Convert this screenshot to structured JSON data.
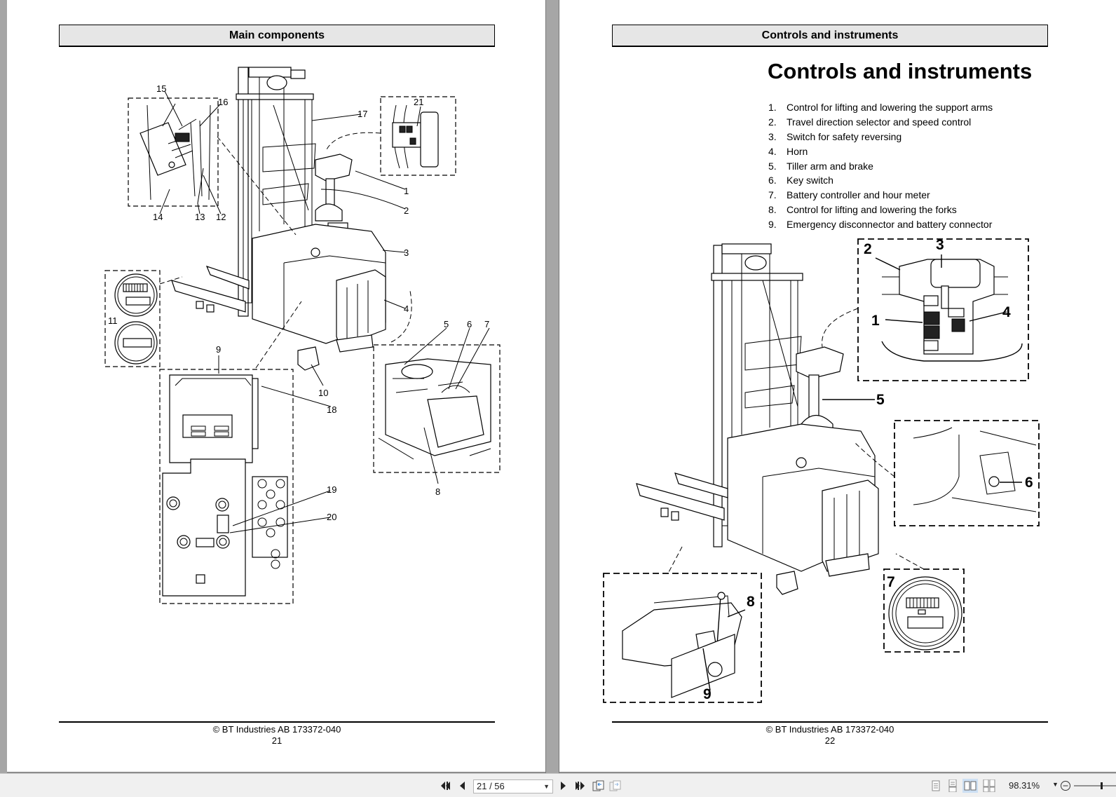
{
  "viewer": {
    "page_field": "21 / 56",
    "zoom": "98.31%",
    "icons": {
      "first": "first-page-icon",
      "prev": "previous-page-icon",
      "next": "next-page-icon",
      "last": "last-page-icon",
      "back": "previous-view-icon",
      "forward": "next-view-icon",
      "single": "single-page-view-icon",
      "continuous": "continuous-view-icon",
      "facing": "facing-pages-view-icon",
      "facing_continuous": "continuous-facing-view-icon",
      "zoom_out": "zoom-out-icon"
    }
  },
  "left_page": {
    "header": "Main components",
    "footer_copyright": "© BT Industries AB 173372-040",
    "page_number": "21",
    "callouts": [
      "1",
      "2",
      "3",
      "4",
      "5",
      "6",
      "7",
      "8",
      "9",
      "10",
      "11",
      "12",
      "13",
      "14",
      "15",
      "16",
      "17",
      "18",
      "19",
      "20",
      "21"
    ]
  },
  "right_page": {
    "header": "Controls and instruments",
    "title": "Controls and instruments",
    "items": [
      {
        "num": "1.",
        "text": "Control for lifting and lowering the support arms"
      },
      {
        "num": "2.",
        "text": "Travel direction selector and speed control"
      },
      {
        "num": "3.",
        "text": "Switch for safety reversing"
      },
      {
        "num": "4.",
        "text": "Horn"
      },
      {
        "num": "5.",
        "text": "Tiller arm and brake"
      },
      {
        "num": "6.",
        "text": "Key switch"
      },
      {
        "num": "7.",
        "text": "Battery controller and hour meter"
      },
      {
        "num": "8.",
        "text": "Control for lifting and lowering the forks"
      },
      {
        "num": "9.",
        "text": "Emergency disconnector and battery connector"
      }
    ],
    "callouts": [
      "1",
      "2",
      "3",
      "4",
      "5",
      "6",
      "7",
      "8",
      "9"
    ],
    "footer_copyright": "© BT Industries AB 173372-040",
    "page_number": "22"
  }
}
